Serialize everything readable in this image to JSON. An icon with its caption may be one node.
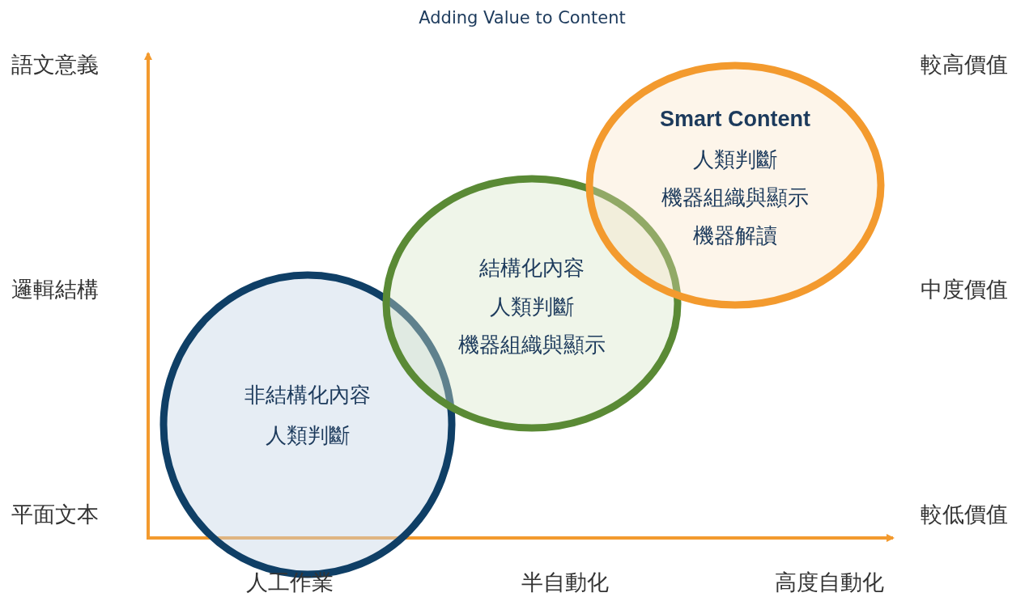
{
  "diagram": {
    "title": "Adding Value to Content",
    "nodes": [
      {
        "text": [
          "非結構化內容",
          "人類判斷"
        ]
      },
      {
        "text": [
          "結構化內容",
          "人類判斷",
          "機器組織與顯示"
        ]
      },
      {
        "text": [
          "Smart Content",
          "人類判斷",
          "機器組織與顯示",
          "機器解讀"
        ]
      }
    ],
    "edges": [],
    "labels": [
      "語文意義",
      "較高價值",
      "邏輯結構",
      "中度價值",
      "平面文本",
      "較低價值",
      "人工作業",
      "半自動化",
      "高度自動化"
    ]
  }
}
